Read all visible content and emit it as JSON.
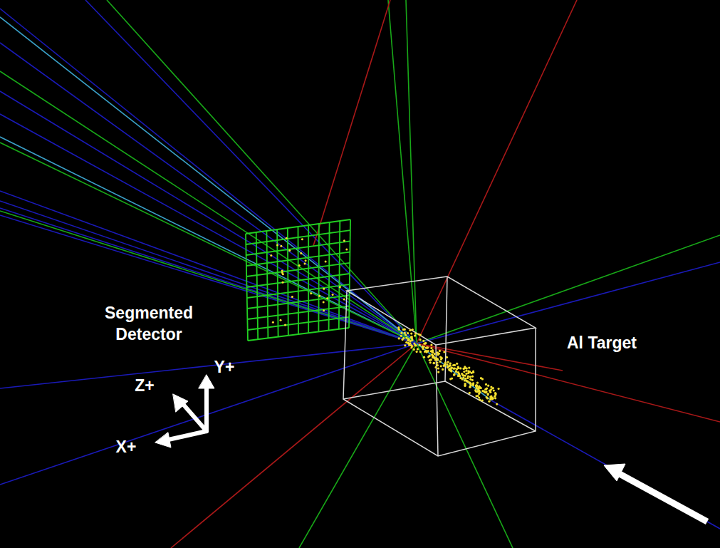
{
  "diagram": {
    "labels": [
      "Segmented Detector",
      "Al Target",
      "Z+",
      "Y+",
      "X+"
    ]
  }
}
